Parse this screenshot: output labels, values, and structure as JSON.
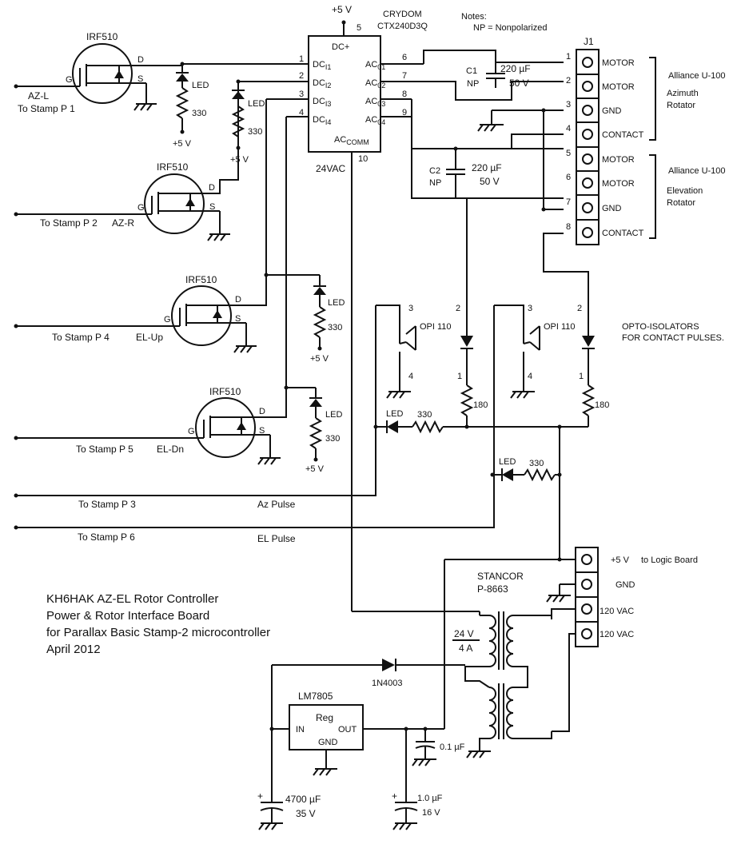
{
  "supply": {
    "plus5_top": "+5 V",
    "pin5": "5"
  },
  "relay": {
    "maker": "CRYDOM",
    "part": "CTX240D3Q",
    "dc_plus": "DC+",
    "in_pins": [
      "1",
      "2",
      "3",
      "4"
    ],
    "in_labels": [
      "DC",
      "DC",
      "DC",
      "DC"
    ],
    "in_subs": [
      "I1",
      "I2",
      "I3",
      "I4"
    ],
    "out_pins": [
      "6",
      "7",
      "8",
      "9"
    ],
    "out_labels": [
      "AC",
      "AC",
      "AC",
      "AC"
    ],
    "out_subs": [
      "01",
      "02",
      "03",
      "04"
    ],
    "accomm": "AC",
    "accomm_sub": "COMM",
    "pin10": "10",
    "v24": "24VAC"
  },
  "notes": {
    "title": "Notes:",
    "np": "NP = Nonpolarized"
  },
  "mosfets": [
    {
      "part": "IRF510",
      "in": "AZ-L",
      "stamp": "To Stamp  P 1"
    },
    {
      "part": "IRF510",
      "in": "AZ-R",
      "stamp": "To Stamp  P 2"
    },
    {
      "part": "IRF510",
      "in": "EL-Up",
      "stamp": "To Stamp  P 4"
    },
    {
      "part": "IRF510",
      "in": "EL-Dn",
      "stamp": "To Stamp  P 5"
    }
  ],
  "fet_pins": {
    "g": "G",
    "d": "D",
    "s": "S"
  },
  "led": "LED",
  "r330": "330",
  "r180": "180",
  "plus5": "+5 V",
  "caps": [
    {
      "name": "C1",
      "np": "NP",
      "value": "220 µF",
      "volt": "50 V"
    },
    {
      "name": "C2",
      "np": "NP",
      "value": "220 µF",
      "volt": "50 V"
    }
  ],
  "j1": {
    "name": "J1",
    "pins": [
      "1",
      "2",
      "3",
      "4",
      "5",
      "6",
      "7",
      "8"
    ],
    "labels": [
      "MOTOR",
      "MOTOR",
      "GND",
      "CONTACT",
      "MOTOR",
      "MOTOR",
      "GND",
      "CONTACT"
    ]
  },
  "rotators": [
    {
      "model": "Alliance U-100",
      "line1": "Azimuth",
      "line2": "Rotator"
    },
    {
      "model": "Alliance U-100",
      "line1": "Elevation",
      "line2": "Rotator"
    }
  ],
  "opto": {
    "part": "OPI 110",
    "pins": [
      "3",
      "4",
      "2",
      "1"
    ],
    "label1": "OPTO-ISOLATORS",
    "label2": "FOR CONTACT PULSES."
  },
  "pulses": [
    {
      "stamp": "To Stamp  P 3",
      "name": "Az Pulse"
    },
    {
      "stamp": "To Stamp  P 6",
      "name": "EL Pulse"
    }
  ],
  "logic": {
    "plus5": "+5 V",
    "to": "to Logic Board",
    "gnd": "GND",
    "vac1": "120 VAC",
    "vac2": "120 VAC"
  },
  "xfmr": {
    "maker": "STANCOR",
    "part": "P-8663",
    "v": "24 V",
    "a": "4  A"
  },
  "diode": "1N4003",
  "reg": {
    "part": "LM7805",
    "name": "Reg",
    "in": "IN",
    "out": "OUT",
    "gnd": "GND"
  },
  "caps2": [
    {
      "value": "4700 µF",
      "volt": "35 V"
    },
    {
      "value": "1.0 µF",
      "volt": "16 V"
    },
    {
      "value": "0.1 µF"
    }
  ],
  "title_block": [
    "KH6HAK  AZ-EL  Rotor Controller",
    "Power & Rotor Interface Board",
    "for Parallax Basic Stamp-2 microcontroller",
    "April 2012"
  ]
}
